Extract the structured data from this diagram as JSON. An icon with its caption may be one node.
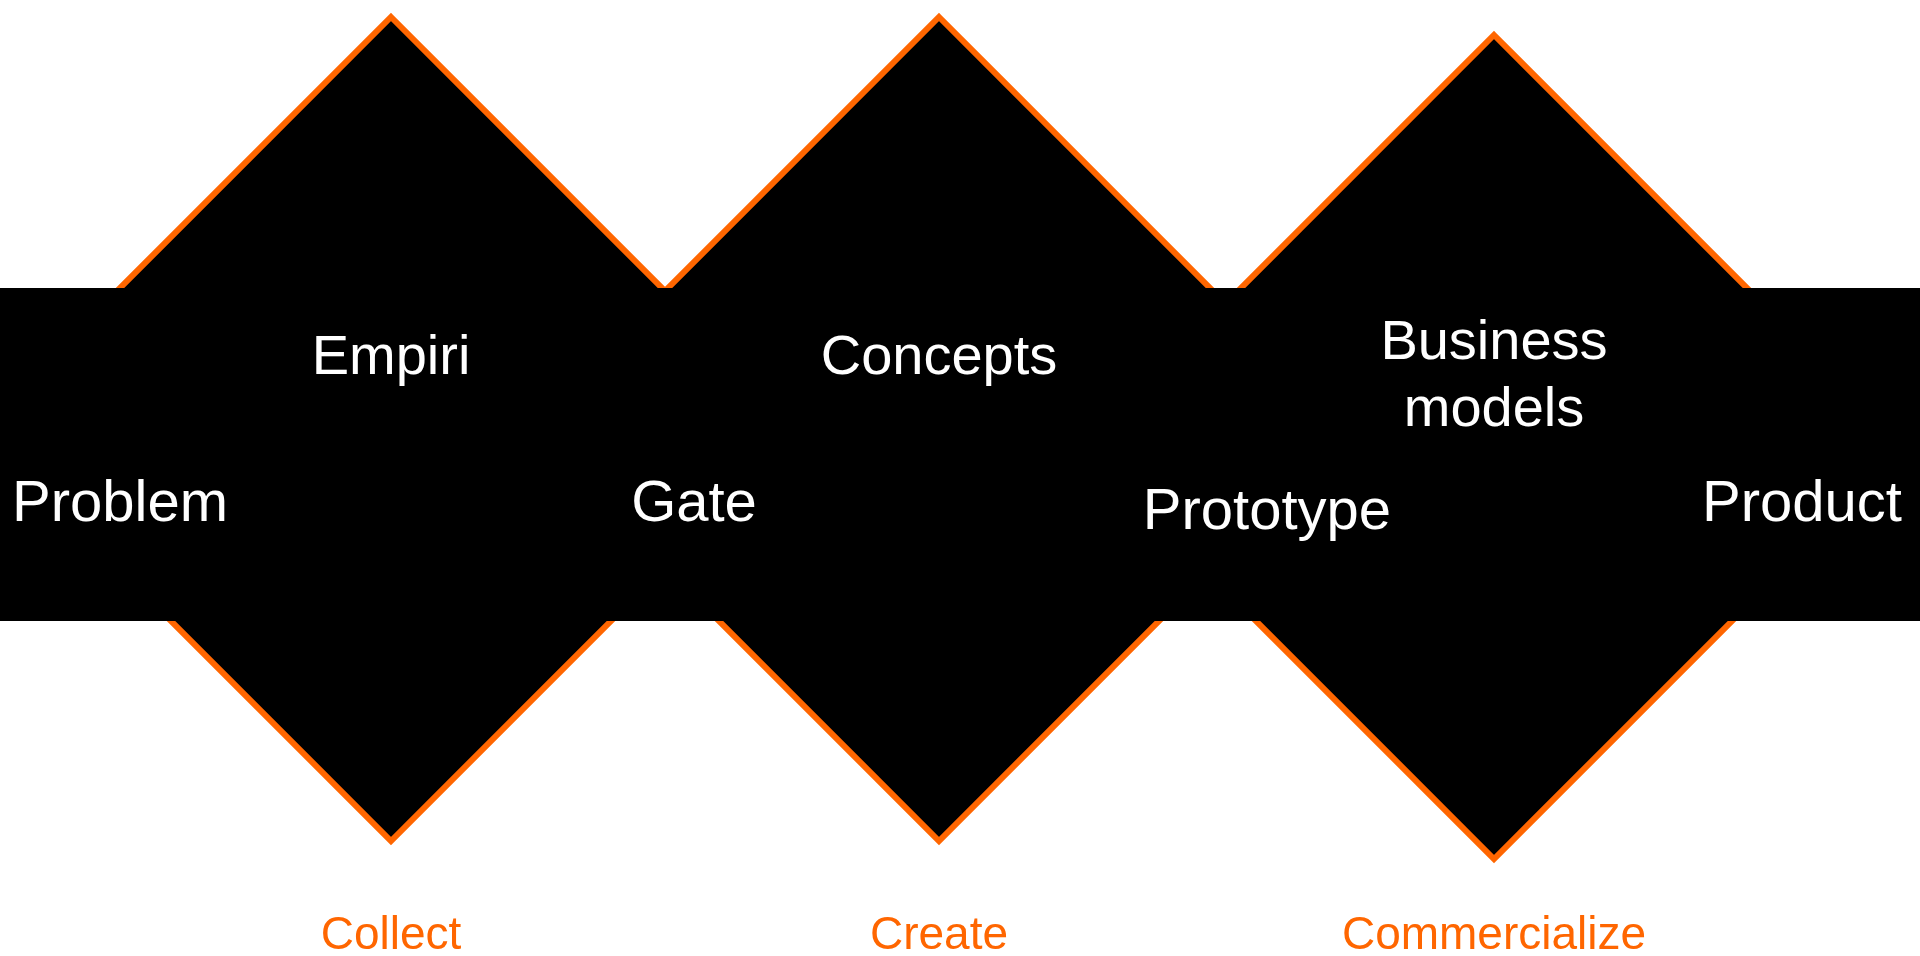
{
  "diagram": {
    "nodes": [
      {
        "text": [
          "Empiri"
        ],
        "beside": [
          "Collect"
        ]
      },
      {
        "text": [
          "Concepts"
        ],
        "beside": [
          "Create"
        ]
      },
      {
        "text": [
          "Business models"
        ],
        "beside": [
          "Commercialize"
        ]
      }
    ],
    "labels": [
      "Problem",
      "Gate",
      "Prototype",
      "Product"
    ]
  }
}
